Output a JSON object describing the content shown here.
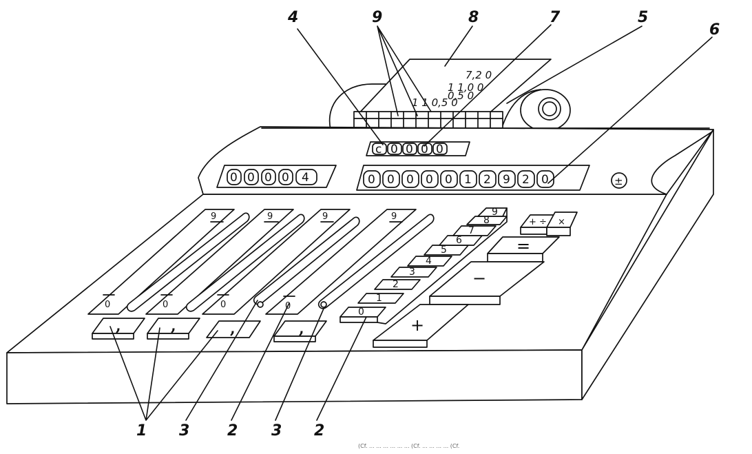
{
  "callouts": [
    "1",
    "2",
    "3",
    "4",
    "5",
    "6",
    "7",
    "8",
    "9"
  ],
  "paper_tape": {
    "lines": [
      "7,2 0",
      "1 1,0 0",
      "0,5 0",
      "1 1 0,5 0"
    ]
  },
  "counters": {
    "top_register": [
      "c",
      "0",
      "0",
      "0",
      "0"
    ],
    "left_register": [
      "0",
      "0",
      "0",
      "0",
      "4"
    ],
    "right_register": [
      "0",
      "0",
      "0",
      "0",
      "0",
      "1",
      "2",
      "9",
      "2",
      "0"
    ],
    "sign_symbol": "±"
  },
  "slider_rails": {
    "top_value": "9",
    "bottom_value": "0"
  },
  "comma_keys": {
    "label": ","
  },
  "digit_keys": [
    "0",
    "1",
    "2",
    "3",
    "4",
    "5",
    "6",
    "7",
    "8",
    "9"
  ],
  "operation_keys": {
    "divide_multiply": [
      "+ ÷",
      "×"
    ],
    "equals": "=",
    "minus": "−",
    "plus": "+"
  },
  "footer_caption": "(Cf. ... ... ... ... ... ... (Cf. ... ... ... ... (Cf."
}
